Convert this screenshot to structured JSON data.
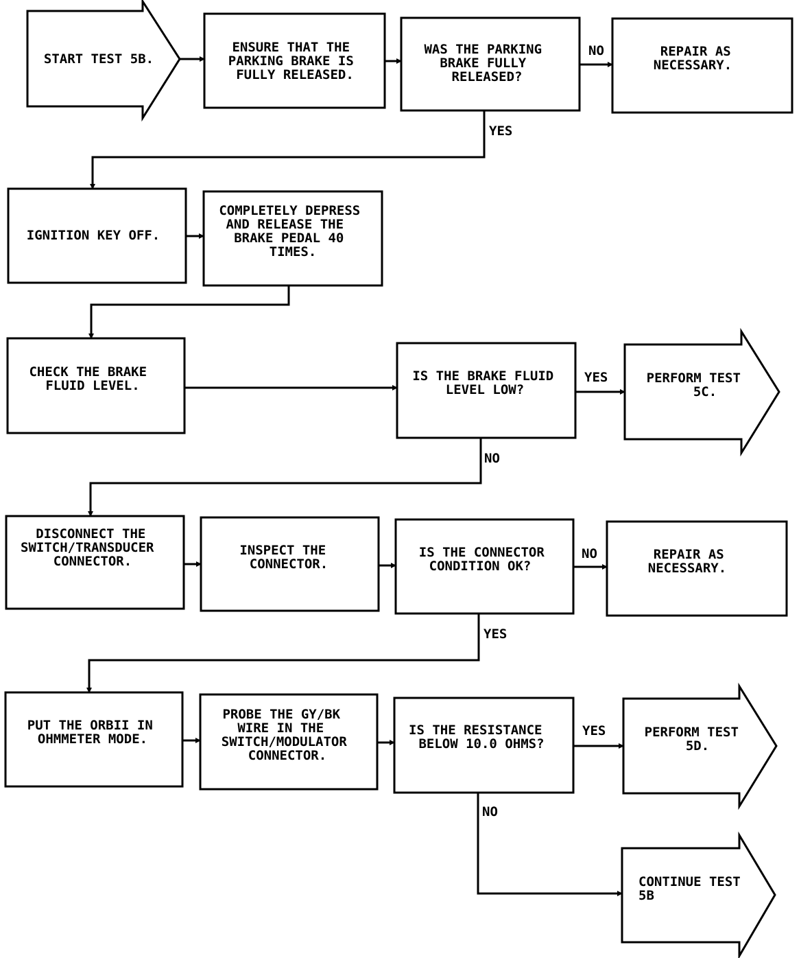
{
  "diagram": {
    "nodes": {
      "start": {
        "lines": [
          "START TEST 5B."
        ]
      },
      "ensure_release": {
        "lines": [
          "ENSURE THAT THE",
          "PARKING BRAKE IS",
          "FULLY RELEASED."
        ]
      },
      "q_released": {
        "lines": [
          "WAS THE PARKING",
          "BRAKE FULLY",
          "RELEASED?"
        ]
      },
      "repair_1": {
        "lines": [
          "REPAIR AS",
          "NECESSARY."
        ]
      },
      "ignition_off": {
        "lines": [
          "IGNITION KEY OFF."
        ]
      },
      "depress_pedal": {
        "lines": [
          "COMPLETELY DEPRESS",
          "AND RELEASE THE",
          "BRAKE PEDAL 40",
          "TIMES."
        ]
      },
      "check_fluid": {
        "lines": [
          "CHECK THE BRAKE",
          "FLUID LEVEL."
        ]
      },
      "q_fluid_low": {
        "lines": [
          "IS THE BRAKE FLUID",
          "LEVEL LOW?"
        ]
      },
      "perform_5c": {
        "lines": [
          "PERFORM TEST",
          "5C."
        ]
      },
      "disconnect": {
        "lines": [
          "DISCONNECT THE",
          "SWITCH/TRANSDUCER",
          "CONNECTOR."
        ]
      },
      "inspect": {
        "lines": [
          "INSPECT THE",
          "CONNECTOR."
        ]
      },
      "q_connector_ok": {
        "lines": [
          "IS THE CONNECTOR",
          "CONDITION OK?"
        ]
      },
      "repair_2": {
        "lines": [
          "REPAIR AS",
          "NECESSARY."
        ]
      },
      "ohmmeter": {
        "lines": [
          "PUT THE ORBII IN",
          "OHMMETER MODE."
        ]
      },
      "probe": {
        "lines": [
          "PROBE THE GY/BK",
          "WIRE IN THE",
          "SWITCH/MODULATOR",
          "CONNECTOR."
        ]
      },
      "q_resistance": {
        "lines": [
          "IS THE RESISTANCE",
          "BELOW 10.0 OHMS?"
        ]
      },
      "perform_5d": {
        "lines": [
          "PERFORM TEST",
          "5D."
        ]
      },
      "continue_5b": {
        "lines": [
          "CONTINUE TEST",
          "5B"
        ]
      }
    },
    "edge_labels": {
      "released_no": "NO",
      "released_yes": "YES",
      "fluid_yes": "YES",
      "fluid_no": "NO",
      "connector_no": "NO",
      "connector_yes": "YES",
      "resistance_yes": "YES",
      "resistance_no": "NO"
    }
  }
}
